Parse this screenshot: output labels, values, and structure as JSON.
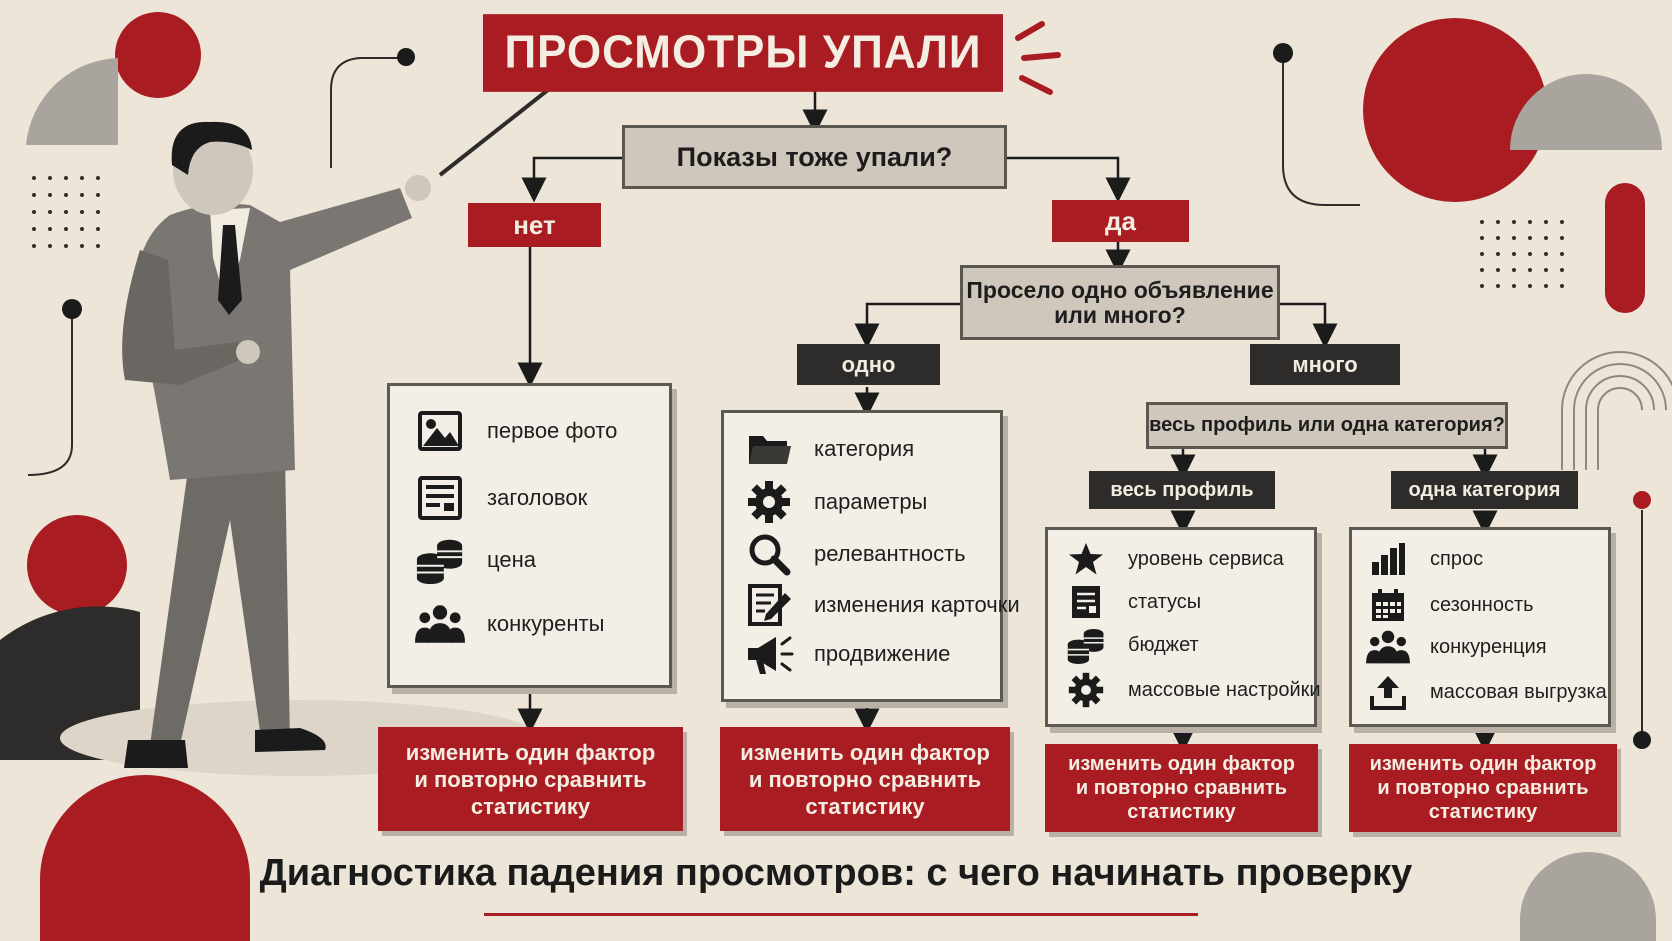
{
  "title": "ПРОСМОТРЫ УПАЛИ",
  "question_1": "Показы тоже упали?",
  "answer_no": "нет",
  "answer_yes": "да",
  "question_2": "Просело одно объявление\nили много?",
  "answer_one": "одно",
  "answer_many": "много",
  "question_3": "весь профиль или одна категория?",
  "answer_whole_profile": "весь профиль",
  "answer_one_category": "одна категория",
  "card_no": {
    "items": [
      {
        "icon": "image-icon",
        "label": "первое фото"
      },
      {
        "icon": "headline-icon",
        "label": "заголовок"
      },
      {
        "icon": "coins-icon",
        "label": "цена"
      },
      {
        "icon": "people-icon",
        "label": "конкуренты"
      }
    ]
  },
  "card_one": {
    "items": [
      {
        "icon": "folder-icon",
        "label": "категория"
      },
      {
        "icon": "gear-icon",
        "label": "параметры"
      },
      {
        "icon": "search-icon",
        "label": "релевантность"
      },
      {
        "icon": "edit-icon",
        "label": "изменения карточки"
      },
      {
        "icon": "megaphone-icon",
        "label": "продвижение"
      }
    ]
  },
  "card_profile": {
    "items": [
      {
        "icon": "star-icon",
        "label": "уровень сервиса"
      },
      {
        "icon": "document-icon",
        "label": "статусы"
      },
      {
        "icon": "coins-icon",
        "label": "бюджет"
      },
      {
        "icon": "gear-icon",
        "label": "массовые настройки"
      }
    ]
  },
  "card_category": {
    "items": [
      {
        "icon": "bar-chart-icon",
        "label": "спрос"
      },
      {
        "icon": "calendar-icon",
        "label": "сезонность"
      },
      {
        "icon": "people-icon",
        "label": "конкуренция"
      },
      {
        "icon": "upload-icon",
        "label": "массовая выгрузка"
      }
    ]
  },
  "result_label": "изменить один фактор\nи повторно сравнить\nстатистику",
  "footer": "Диагностика падения просмотров: с чего начинать проверку",
  "colors": {
    "background": "#ece5d8",
    "accent_red": "#a91c22",
    "dark": "#2e2c2a",
    "grey": "#a9a49d"
  }
}
